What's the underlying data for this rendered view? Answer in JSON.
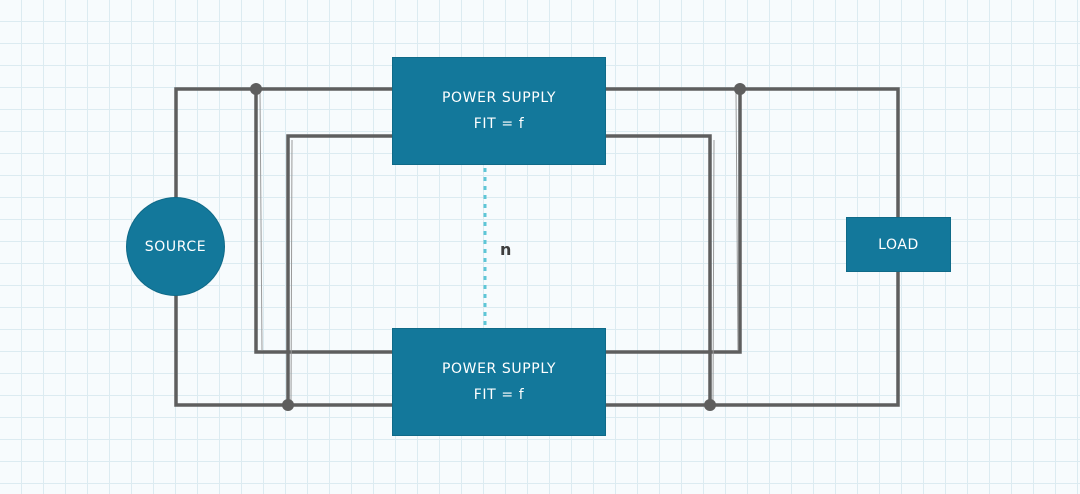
{
  "diagram": {
    "source_label": "SOURCE",
    "load_label": "LOAD",
    "redundancy_label": "n",
    "power_supply_top": {
      "name": "POWER SUPPLY",
      "fit": "FIT = f"
    },
    "power_supply_bottom": {
      "name": "POWER SUPPLY",
      "fit": "FIT = f"
    }
  },
  "colors": {
    "block_fill": "#13789b",
    "wire": "#5e5e5e",
    "thin_wire": "#9a9a9a",
    "redundancy_link": "#5ec6d6",
    "grid_background": "#f7fbfd",
    "grid_line": "#dcebf1"
  }
}
